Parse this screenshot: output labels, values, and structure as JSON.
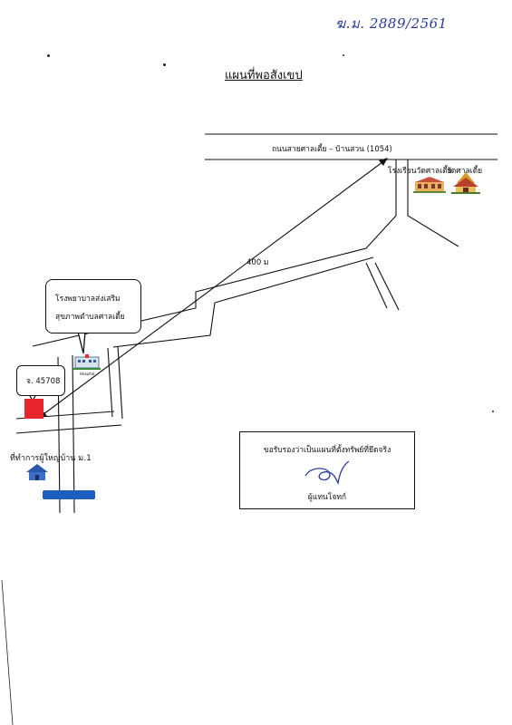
{
  "document": {
    "handwritten_ref": "ฆ.ม. 2889/2561",
    "title": "แผนที่พอสังเขป"
  },
  "map": {
    "main_road_label": "ถนนสายศาลเตี้ย – บ้านสวน (1054)",
    "distance_label": "400 ม",
    "school_label": "โรงเรียนวัดศาลเตี้ย",
    "temple_label": "วัดศาลเตี้ย",
    "hospital_callout_line1": "โรงพยาบาลส่งเสริม",
    "hospital_callout_line2": "สุขภาพตำบลศาลเตี้ย",
    "hospital_icon_caption": "Hospital",
    "plot_label": "จ. 45708",
    "headman_office_label": "ที่ทำการผู้ใหญ่บ้าน ม.1",
    "colors": {
      "plot": "#e8252a",
      "canal": "#1f5fbf",
      "house": "#3b6fc7"
    },
    "icons": [
      "hospital-building-icon",
      "school-building-icon",
      "temple-icon",
      "house-icon"
    ]
  },
  "certification": {
    "text": "ขอรับรองว่าเป็นแผนที่ตั้งทรัพย์ที่ยึดจริง",
    "signer_label": "ผู้แทนโจทก์"
  }
}
